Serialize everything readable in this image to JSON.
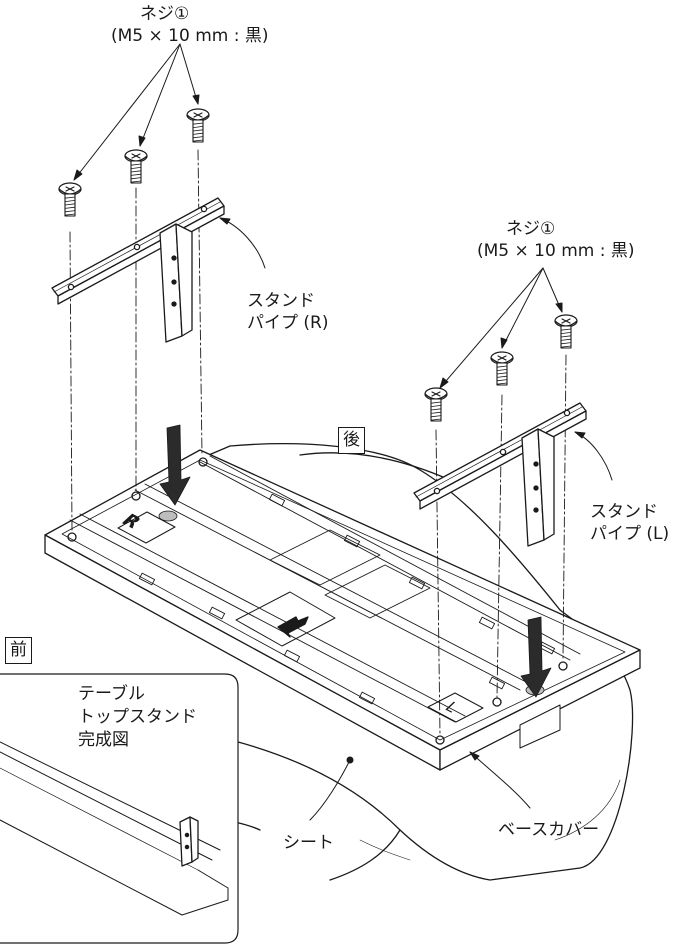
{
  "labels": {
    "screw_right": {
      "line1": "ネジ①",
      "line2": "(M5 × 10 mm : 黒)"
    },
    "screw_left": {
      "line1": "ネジ①",
      "line2": "(M5 × 10 mm : 黒)"
    },
    "stand_pipe_right": {
      "line1": "スタンド",
      "line2": "パイプ (R)"
    },
    "stand_pipe_left": {
      "line1": "スタンド",
      "line2": "パイプ (L)"
    },
    "back": "後",
    "front": "前",
    "sheet": "シート",
    "base_cover": "ベースカバー",
    "completed": "テーブル\nトップスタンド\n完成図",
    "marker_r": "R",
    "marker_l": "L"
  },
  "colors": {
    "ink": "#1a1a1a",
    "arrow_fill": "#2b2b2b",
    "paper": "#ffffff"
  },
  "icons": {
    "screw": "screw-icon",
    "insert_arrow": "down-arrow-icon",
    "front_arrow": "front-direction-arrow-icon"
  }
}
